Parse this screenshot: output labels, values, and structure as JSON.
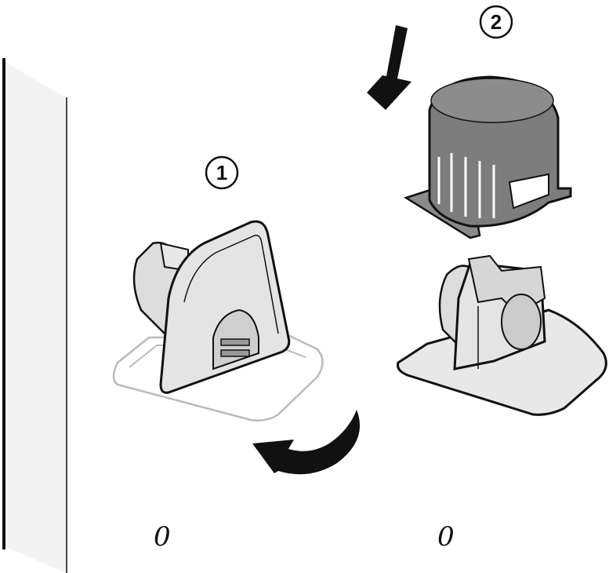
{
  "step_labels": [
    "1",
    "2"
  ],
  "position_marks": [
    "0",
    "0"
  ],
  "colors": {
    "outline": "#111111",
    "part_light": "#e6e6e6",
    "part_mid": "#bdbdbd",
    "cap_dark": "#7d7d7d",
    "wall": "#f2f2f2"
  }
}
